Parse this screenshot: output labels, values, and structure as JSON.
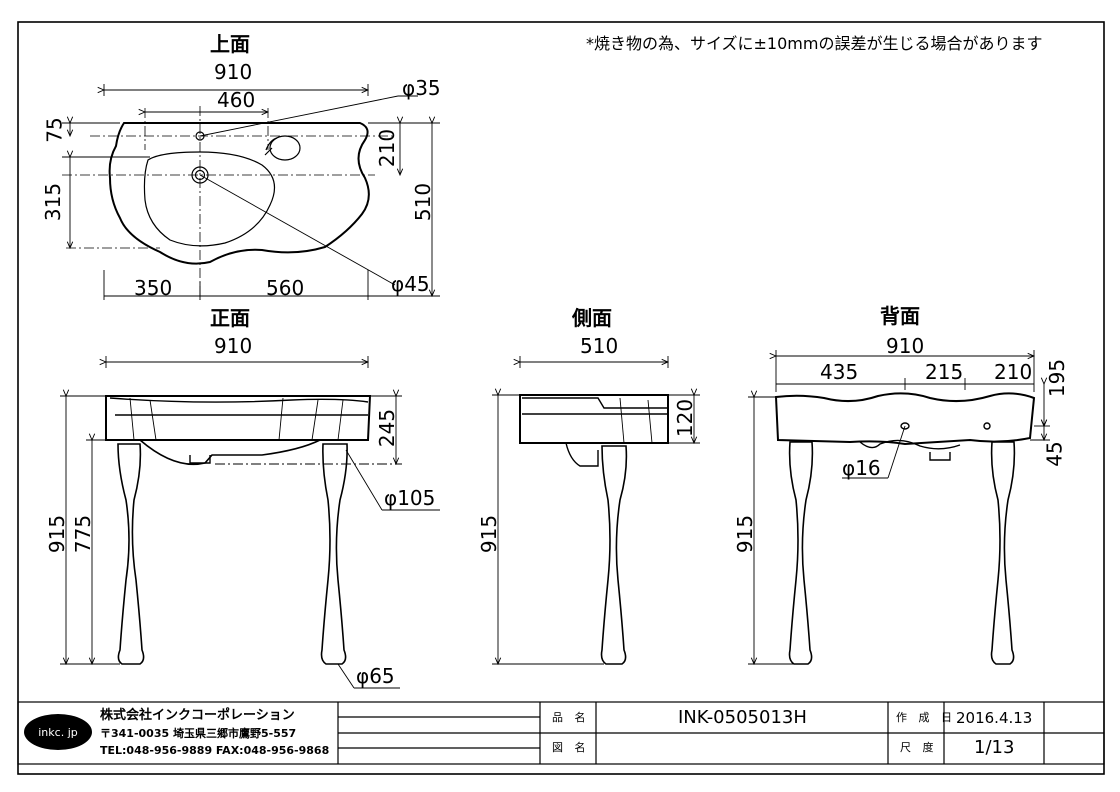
{
  "note": "*焼き物の為、サイズに±10mmの誤差が生じる場合があります",
  "views": {
    "top": {
      "title": "上面",
      "dims": {
        "overall_width": "910",
        "faucet_span": "460",
        "faucet_hole": "φ35",
        "drain_hole": "φ45",
        "back_to_faucet": "75",
        "faucet_to_drain": "315",
        "right_depth_top": "210",
        "overall_depth": "510",
        "left_to_drain": "350",
        "drain_to_right": "560"
      }
    },
    "front": {
      "title": "正面",
      "dims": {
        "overall_width": "910",
        "bowl_height": "245",
        "leg_top_dia": "φ105",
        "leg_foot_dia": "φ65",
        "overall_height": "915",
        "leg_height": "775"
      }
    },
    "side": {
      "title": "側面",
      "dims": {
        "overall_depth": "510",
        "rim_height": "120",
        "overall_height": "915"
      }
    },
    "back": {
      "title": "背面",
      "dims": {
        "overall_width": "910",
        "left_span": "435",
        "middle_span": "215",
        "right_span": "210",
        "top_offset": "195",
        "bottom_offset": "45",
        "mount_hole": "φ16",
        "overall_height": "915"
      }
    }
  },
  "title_block": {
    "logo_text": "inkc. jp",
    "company": "株式会社インクコーポレーション",
    "address": "〒341-0035 埼玉県三郷市鷹野5-557",
    "contact": "TEL:048-956-9889  FAX:048-956-9868",
    "product_label": "品 名",
    "product_value": "INK-0505013H",
    "drawing_label": "図 名",
    "drawing_value": "",
    "date_label": "作 成 日",
    "date_value": "2016.4.13",
    "scale_label": "尺 度",
    "scale_value": "1/13"
  }
}
